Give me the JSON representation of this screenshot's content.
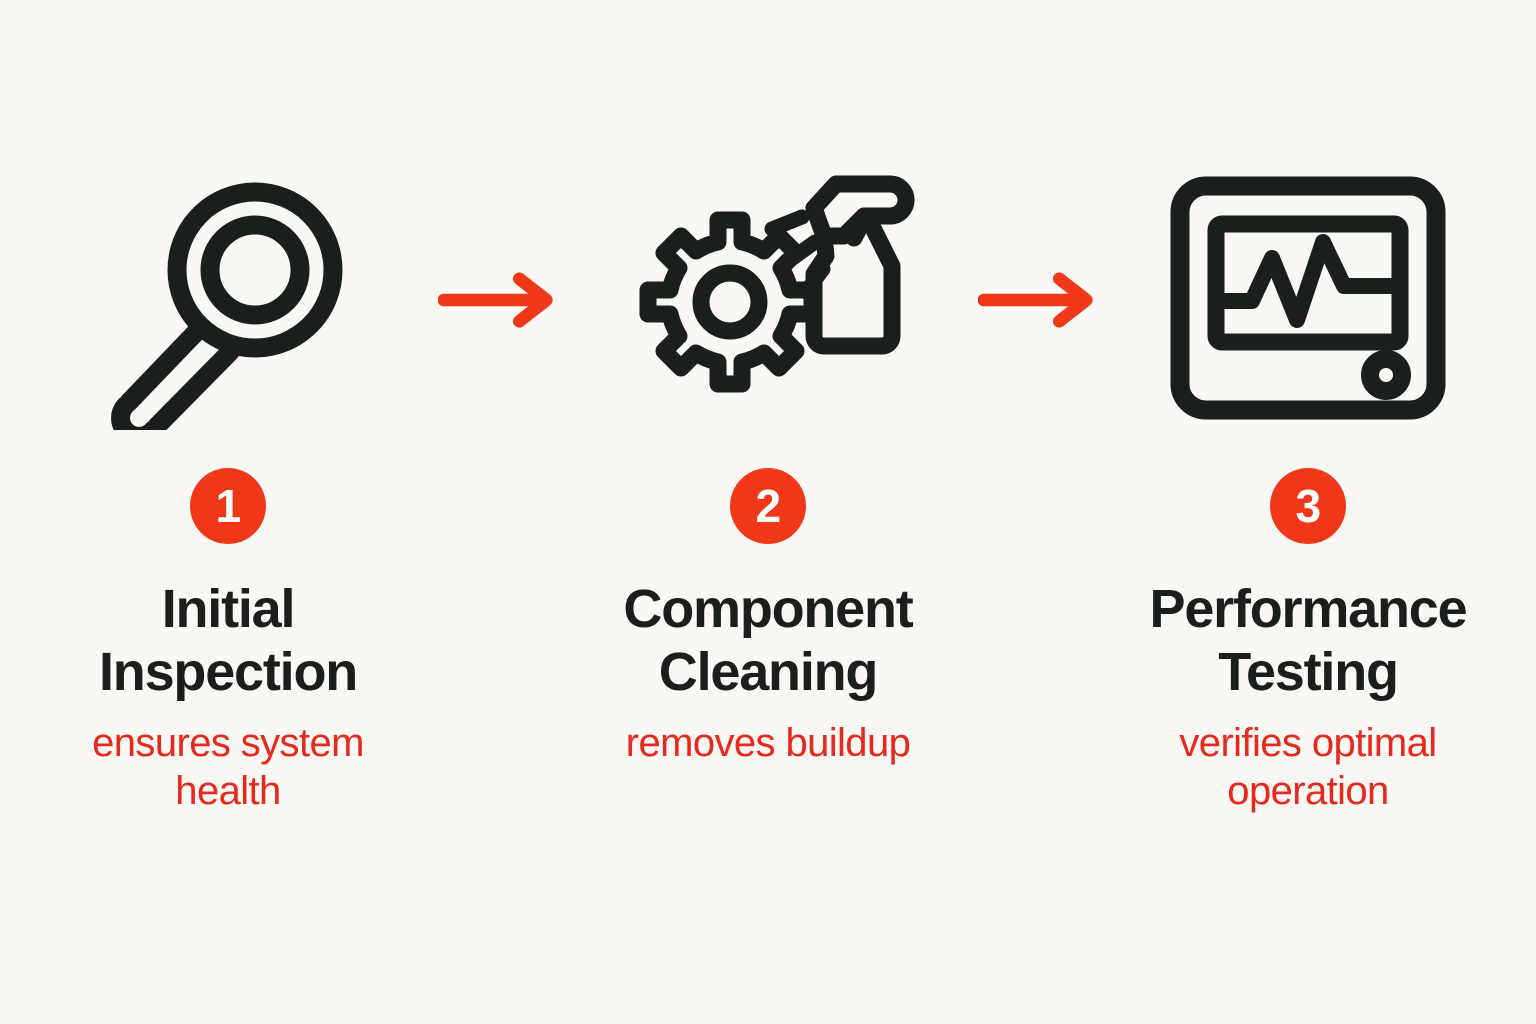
{
  "theme": {
    "background": "#faf8f5",
    "accent_red": "#f03818",
    "subtitle_red": "#e8281c",
    "icon_dark": "#1a1e1c",
    "badge_text": "#ffffff"
  },
  "steps": [
    {
      "number": "1",
      "title": "Initial Inspection",
      "subtitle": "ensures system health",
      "icon": "magnifying-glass-icon"
    },
    {
      "number": "2",
      "title": "Component Cleaning",
      "subtitle": "removes buildup",
      "icon": "gear-spray-bottle-icon"
    },
    {
      "number": "3",
      "title": "Performance Testing",
      "subtitle": "verifies optimal operation",
      "icon": "monitor-waveform-icon"
    }
  ],
  "connectors": [
    {
      "icon": "arrow-right-icon"
    },
    {
      "icon": "arrow-right-icon"
    }
  ]
}
